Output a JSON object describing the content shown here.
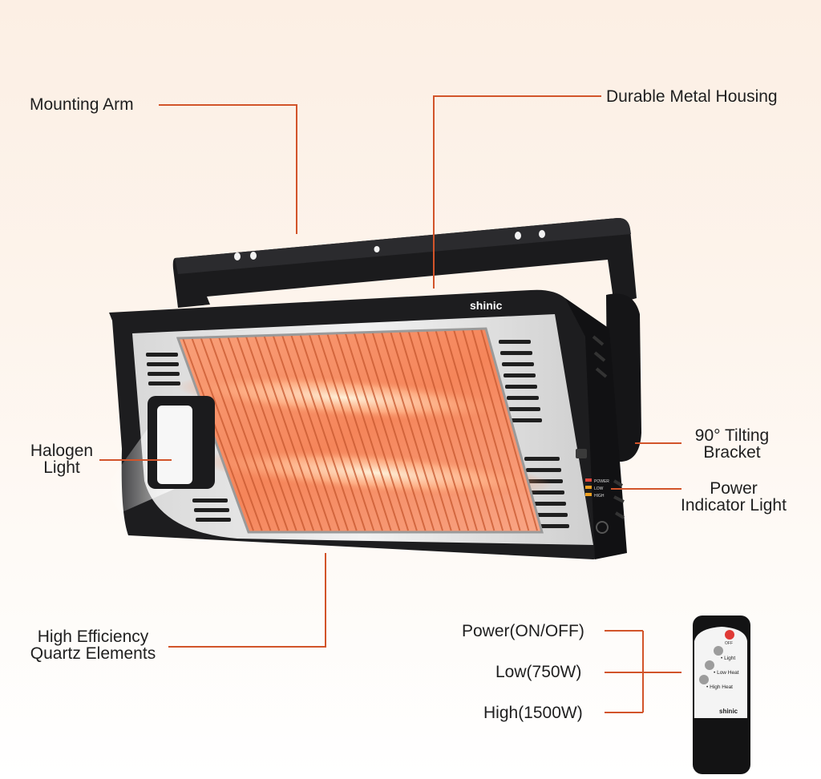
{
  "brand": "shinic",
  "remote": {
    "brand": "shinic",
    "off_label": "OFF",
    "button_labels": [
      "• Light",
      "• Low Heat",
      "• High Heat"
    ]
  },
  "indicator_labels": [
    "POWER",
    "LOW",
    "HIGH"
  ],
  "callouts": {
    "mounting_arm": "Mounting Arm",
    "housing": "Durable Metal Housing",
    "halogen": [
      "Halogen",
      "Light"
    ],
    "tilting": [
      "90° Tilting",
      "Bracket"
    ],
    "power_light": [
      "Power",
      "Indicator Light"
    ],
    "quartz": [
      "High Efficiency",
      "Quartz Elements"
    ],
    "remote_power": "Power(ON/OFF)",
    "remote_low": "Low(750W)",
    "remote_high": "High(1500W)"
  },
  "colors": {
    "accent_line": "#d2542a",
    "heater_body": "#1d1d1f",
    "glow": "#f58a5e"
  }
}
